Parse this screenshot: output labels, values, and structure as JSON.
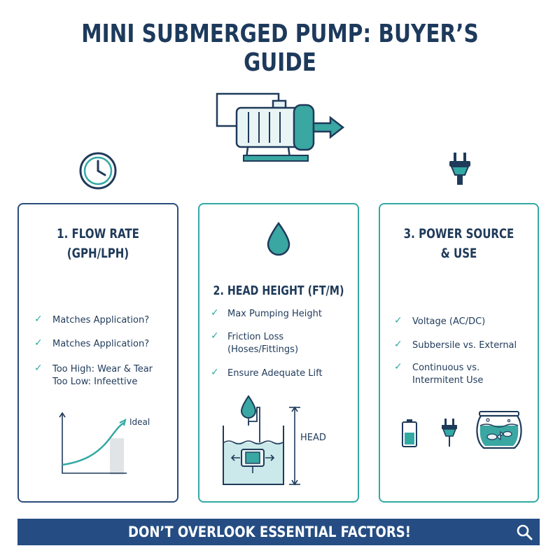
{
  "title": "MINI SUBMERGED PUMP: BUYER’S GUIDE",
  "cards": [
    {
      "heading": [
        "1. FLOW RATE",
        "(GPH/LPH)"
      ],
      "items": [
        "Matches Application?",
        "Matches Application?",
        "Too High: Wear & Tear",
        "Too Low: Infeettive"
      ],
      "chart_label": "Ideal"
    },
    {
      "heading": [
        "2. HEAD HEIGHT (FT/M)"
      ],
      "items": [
        "Max Pumping Height",
        "Friction Loss",
        "(Hoses/Fittings)",
        "Ensure Adequate Lift"
      ],
      "diagram_label": "HEAD"
    },
    {
      "heading": [
        "3. POWER SOURCE",
        "& USE"
      ],
      "items": [
        "Voltage (AC/DC)",
        "Subbersile vs. External",
        "Continuous vs.",
        "Intermitent Use"
      ]
    }
  ],
  "banner": "DON’T OVERLOOK ESSENTIAL FACTORS!",
  "icons": {
    "top": "pump-icon",
    "card1": "clock-icon",
    "card2": "water-drop-icon",
    "card3": "plug-icon",
    "banner": "search-icon"
  },
  "colors": {
    "navy": "#254d83",
    "teal": "#33a9a4",
    "text": "#1f3a5a"
  }
}
